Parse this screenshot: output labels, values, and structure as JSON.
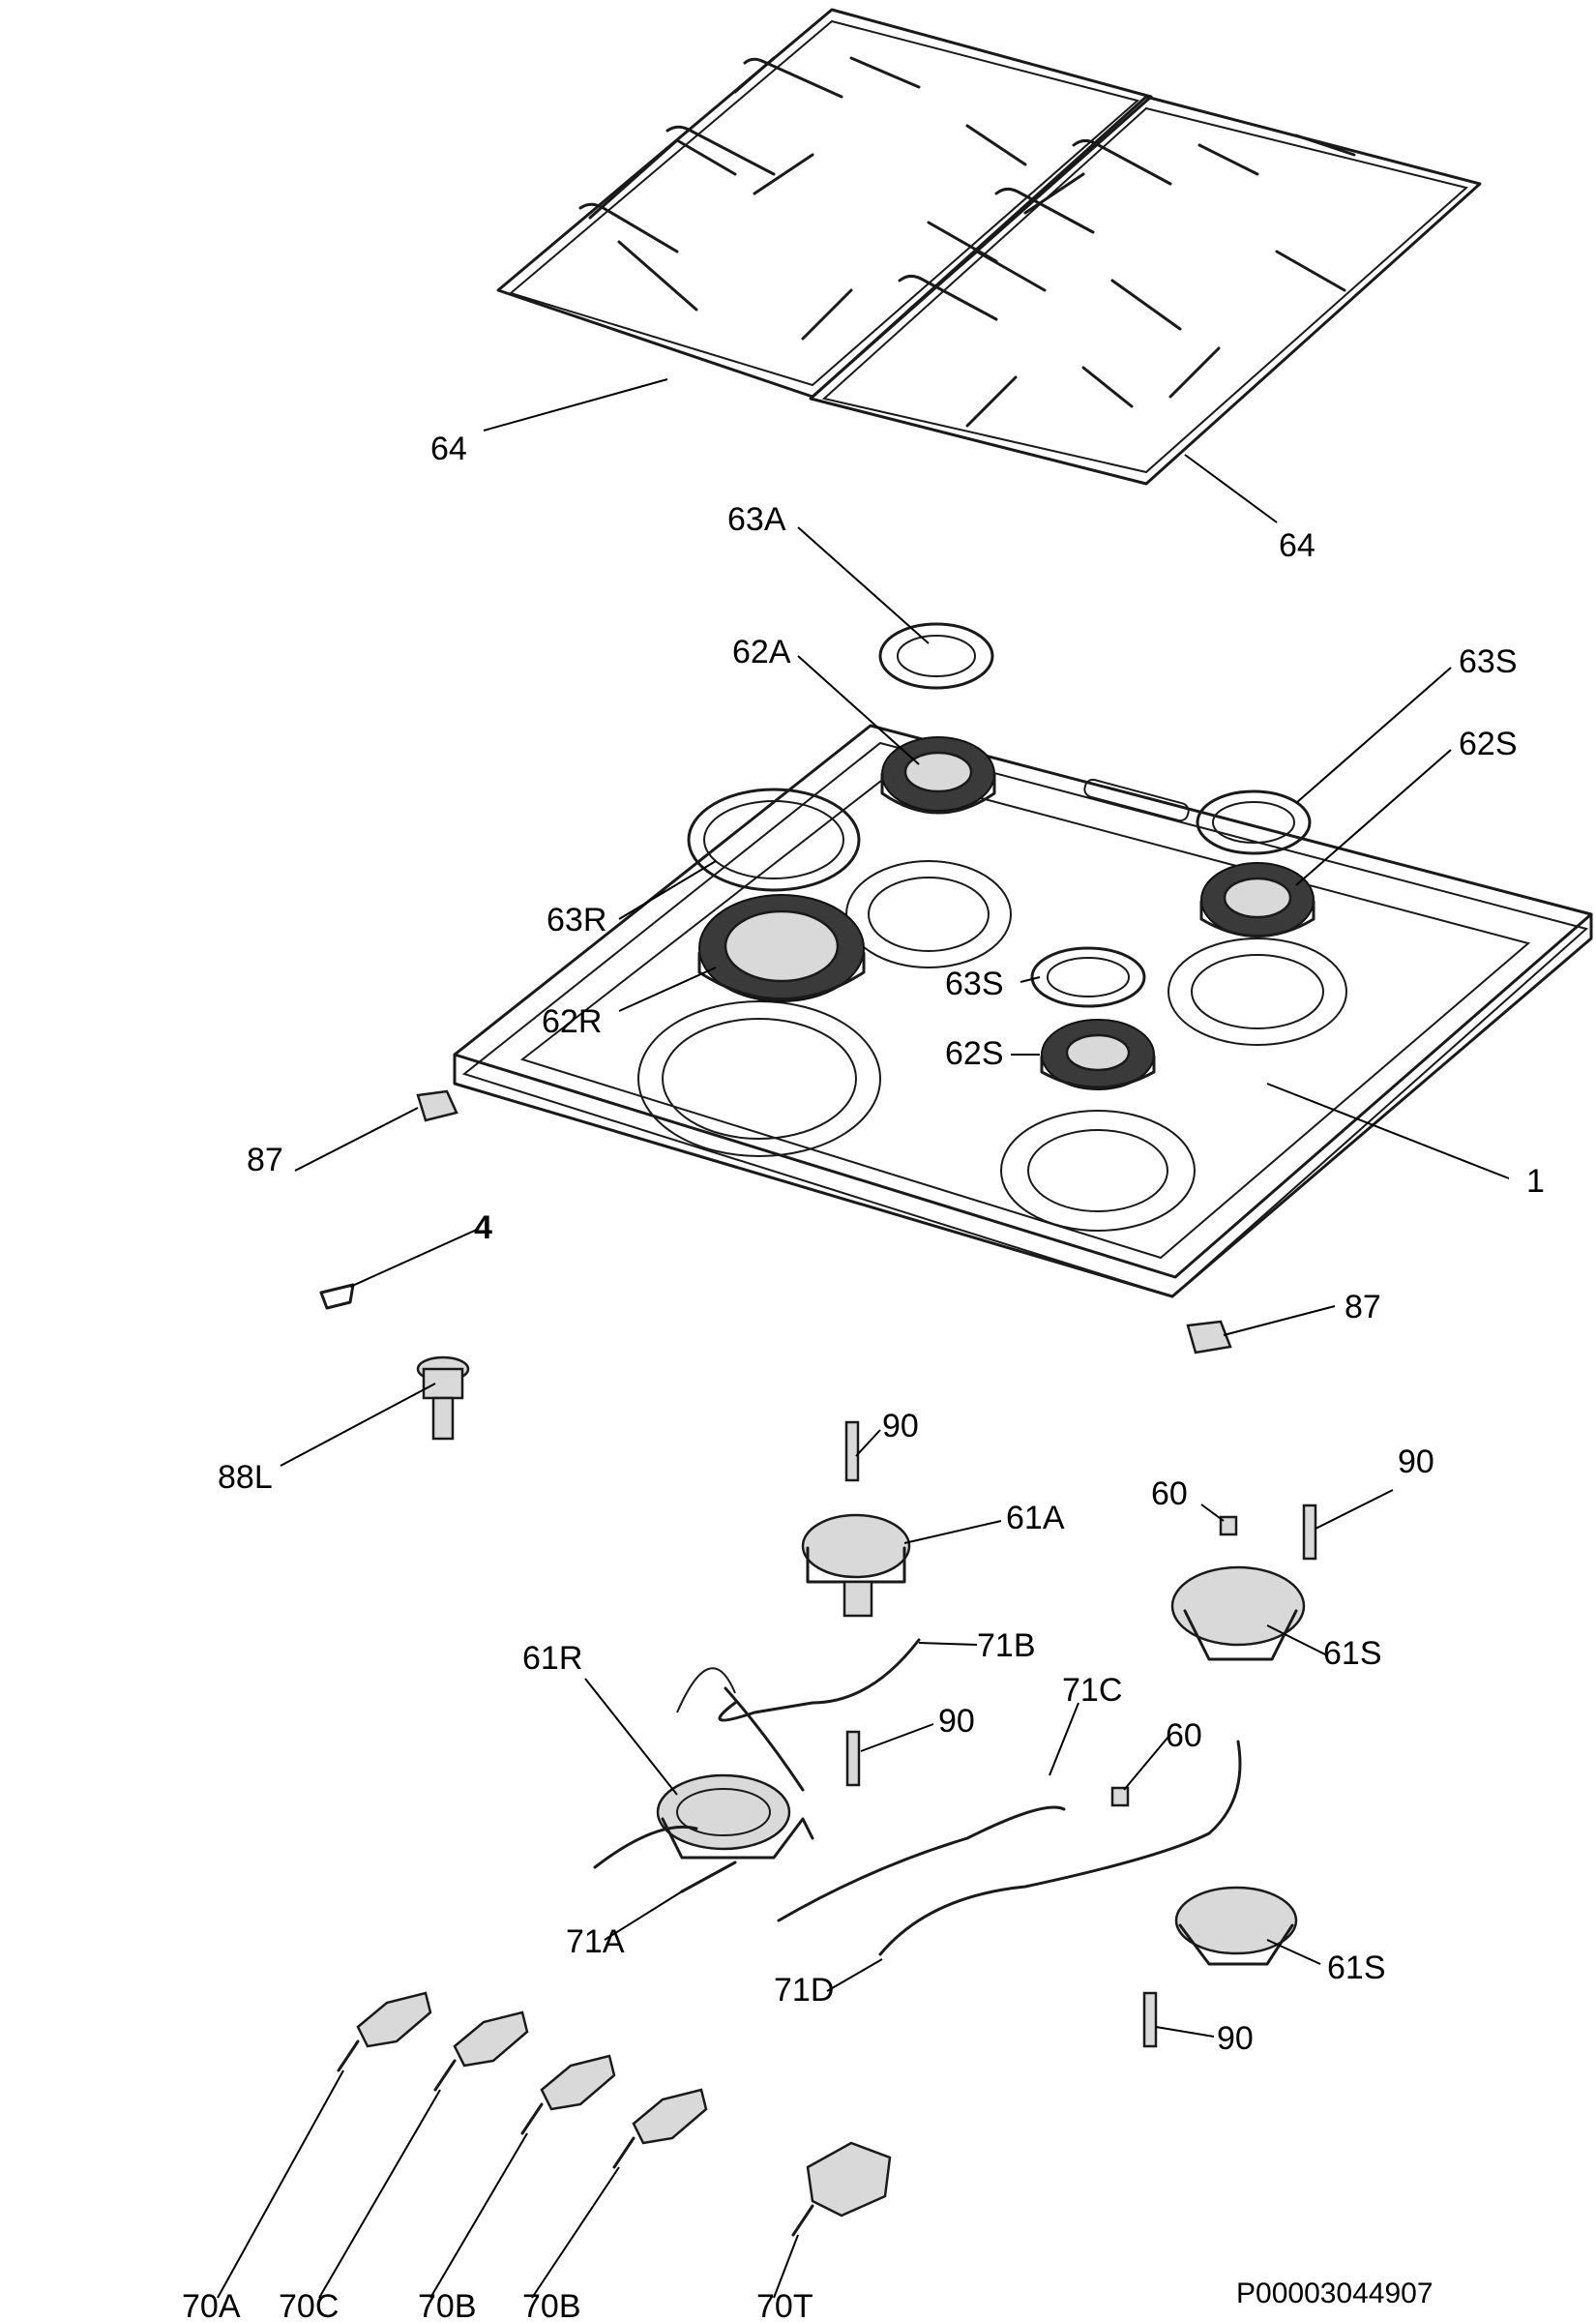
{
  "labels": {
    "grid_left": "64",
    "grid_right": "64",
    "cap_aux": "63A",
    "crown_aux": "62A",
    "cap_semi_top": "63S",
    "crown_semi_top": "62S",
    "cap_rapid": "63R",
    "crown_rapid": "62R",
    "cap_semi_mid": "63S",
    "crown_semi_mid": "62S",
    "hob_top": "1",
    "foot_left": "87",
    "foot_right": "87",
    "clip": "4",
    "gas_connector": "88L",
    "electrode_a": "90",
    "electrode_s_top": "90",
    "screw_top": "60",
    "burner_aux": "61A",
    "burner_semi_top": "61S",
    "burner_rapid": "61R",
    "pipe_b": "71B",
    "electrode_r": "90",
    "pipe_c": "71C",
    "screw_mid": "60",
    "pipe_a": "71A",
    "pipe_d": "71D",
    "burner_semi_bottom": "61S",
    "electrode_s_bottom": "90",
    "tap_a": "70A",
    "tap_c": "70C",
    "tap_b1": "70B",
    "tap_b2": "70B",
    "tap_t": "70T"
  },
  "drawing_code": "P00003044907"
}
